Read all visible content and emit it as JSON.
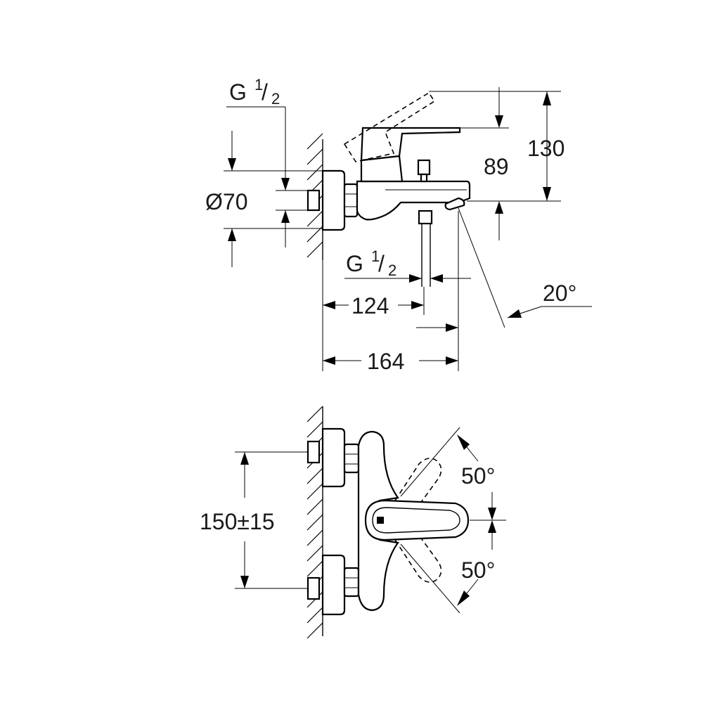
{
  "dimensions": {
    "thread_top": {
      "base": "G",
      "num": "1",
      "slash": "/",
      "den": "2"
    },
    "thread_spout": {
      "base": "G",
      "num": "1",
      "slash": "/",
      "den": "2"
    },
    "diameter": "Ø70",
    "height_total": "130",
    "height_spout": "89",
    "depth_124": "124",
    "depth_164": "164",
    "spout_angle": "20°",
    "connection_spacing": "150±15",
    "lever_up": "50°",
    "lever_down": "50°"
  }
}
